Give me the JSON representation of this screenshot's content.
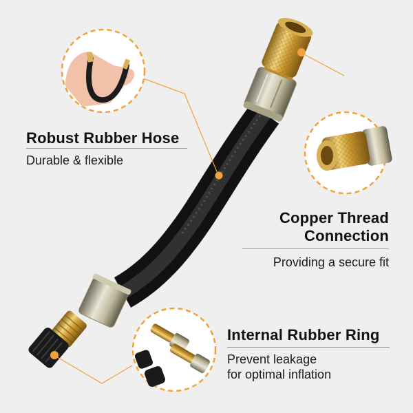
{
  "colors": {
    "background": "#efefef",
    "accent": "#f2a23a",
    "text": "#111111",
    "rule": "#9a9a9a"
  },
  "features": [
    {
      "title": "Robust Rubber Hose",
      "description": "Durable & flexible",
      "inset_image": "hand-holding-bent-hose"
    },
    {
      "title_line1": "Copper Thread",
      "title_line2": "Connection",
      "description": "Providing a secure fit",
      "inset_image": "copper-thread-closeup"
    },
    {
      "title": "Internal Rubber Ring",
      "description_line1": "Prevent leakage",
      "description_line2": "for optimal inflation",
      "inset_image": "valve-connectors-and-caps"
    }
  ],
  "product": "valve-extension-hose"
}
